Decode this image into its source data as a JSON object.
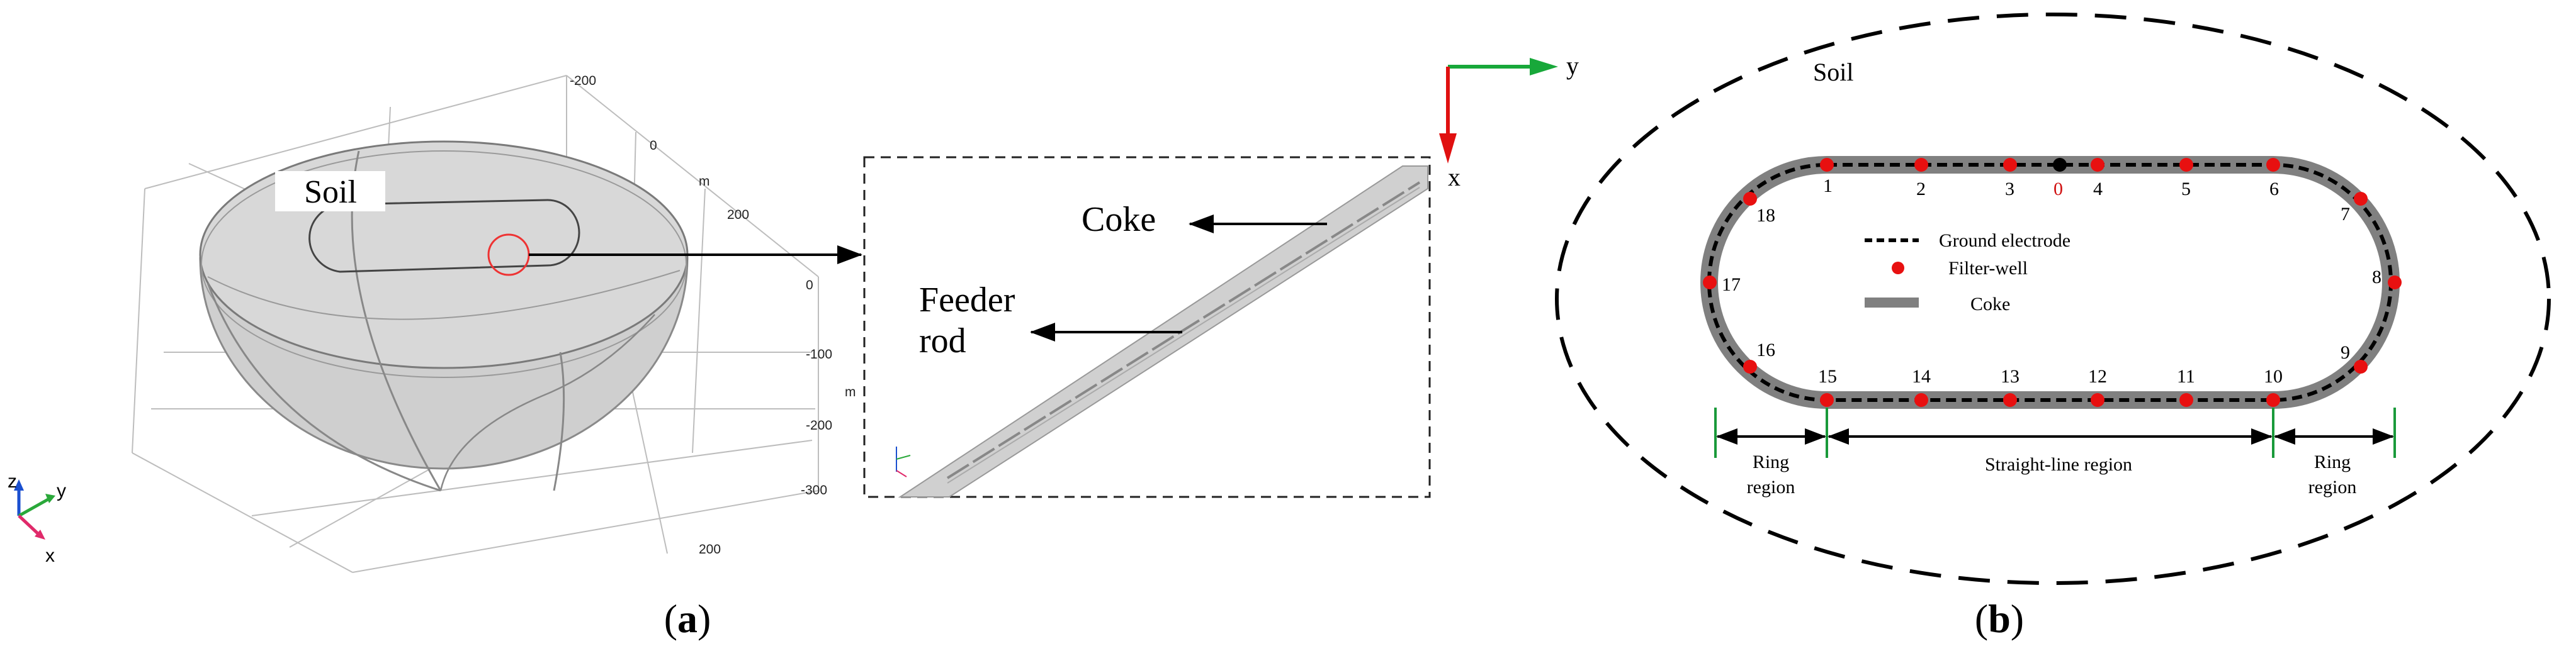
{
  "panel_a": {
    "soil_label": "Soil",
    "axis_ticks": {
      "m_top": "m",
      "m_side": "m",
      "t_m200": "-200",
      "t_0_top": "0",
      "t_200_right": "200",
      "t_0_right": "0",
      "t_m100": "-100",
      "t_m200_right": "-200",
      "t_m300": "-300",
      "t_200_bottom": "200"
    },
    "triad": {
      "z": "z",
      "y": "y",
      "x": "x"
    },
    "caption_open": "(",
    "caption_letter": "a",
    "caption_close": ")"
  },
  "zoom": {
    "coke_label": "Coke",
    "feeder_line1": "Feeder",
    "feeder_line2": "rod",
    "axes": {
      "x": "x",
      "y": "y"
    }
  },
  "panel_b": {
    "soil_label": "Soil",
    "legend": {
      "ground_electrode": "Ground electrode",
      "filter_well": "Filter-well",
      "coke": "Coke"
    },
    "well_numbers": [
      "0",
      "1",
      "2",
      "3",
      "4",
      "5",
      "6",
      "7",
      "8",
      "9",
      "10",
      "11",
      "12",
      "13",
      "14",
      "15",
      "16",
      "17",
      "18"
    ],
    "regions": {
      "ring_left_1": "Ring",
      "ring_left_2": "region",
      "straight": "Straight-line region",
      "ring_right_1": "Ring",
      "ring_right_2": "region"
    },
    "caption_open": "(",
    "caption_letter": "b",
    "caption_close": ")"
  },
  "colors": {
    "filter_well": "#e81010",
    "coke": "#808080",
    "region_green": "#1a9a3a",
    "axis_green": "#18a83a",
    "axis_red": "#e01010",
    "highlight_red": "#e33",
    "label_zero": "#d01010"
  }
}
